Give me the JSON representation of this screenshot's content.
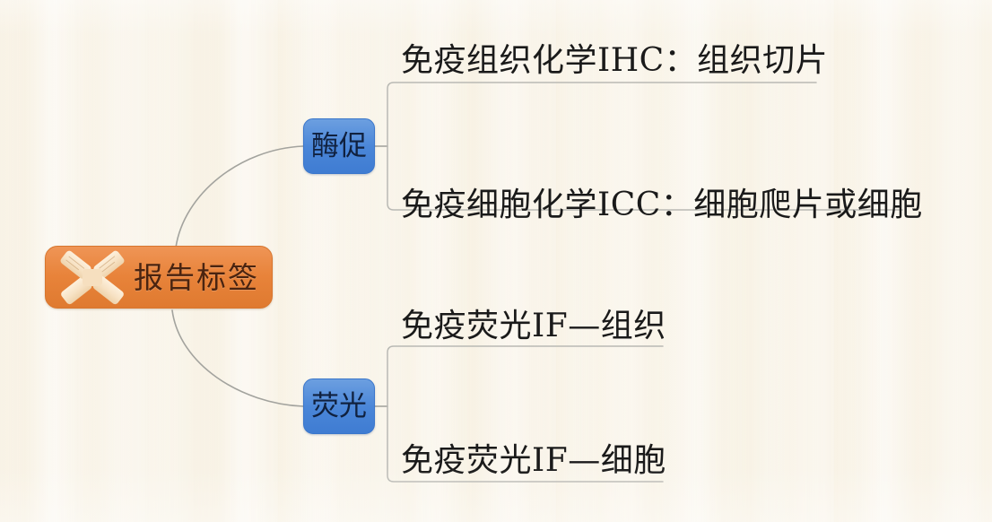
{
  "diagram": {
    "type": "mind-map",
    "root": {
      "label": "报告标签",
      "icon": "scroll-bundle-icon",
      "color": "#e8833a"
    },
    "branches": [
      {
        "id": "enzyme",
        "label": "酶促",
        "color": "#4a86d8",
        "leaves": [
          {
            "id": "ihc",
            "text": "免疫组织化学IHC：组织切片"
          },
          {
            "id": "icc",
            "text": "免疫细胞化学ICC：细胞爬片或细胞"
          }
        ]
      },
      {
        "id": "fluorescence",
        "label": "荧光",
        "color": "#4a86d8",
        "leaves": [
          {
            "id": "if-tissue",
            "text": "免疫荧光IF—组织"
          },
          {
            "id": "if-cell",
            "text": "免疫荧光IF—细胞"
          }
        ]
      }
    ],
    "colors": {
      "background": "#fbf8f2",
      "root_fill": "#e8833a",
      "branch_fill": "#4a86d8",
      "connector": "#9a9a96",
      "text": "#1a1a1a",
      "root_text": "#4a2410",
      "branch_text": "#10213f"
    }
  }
}
